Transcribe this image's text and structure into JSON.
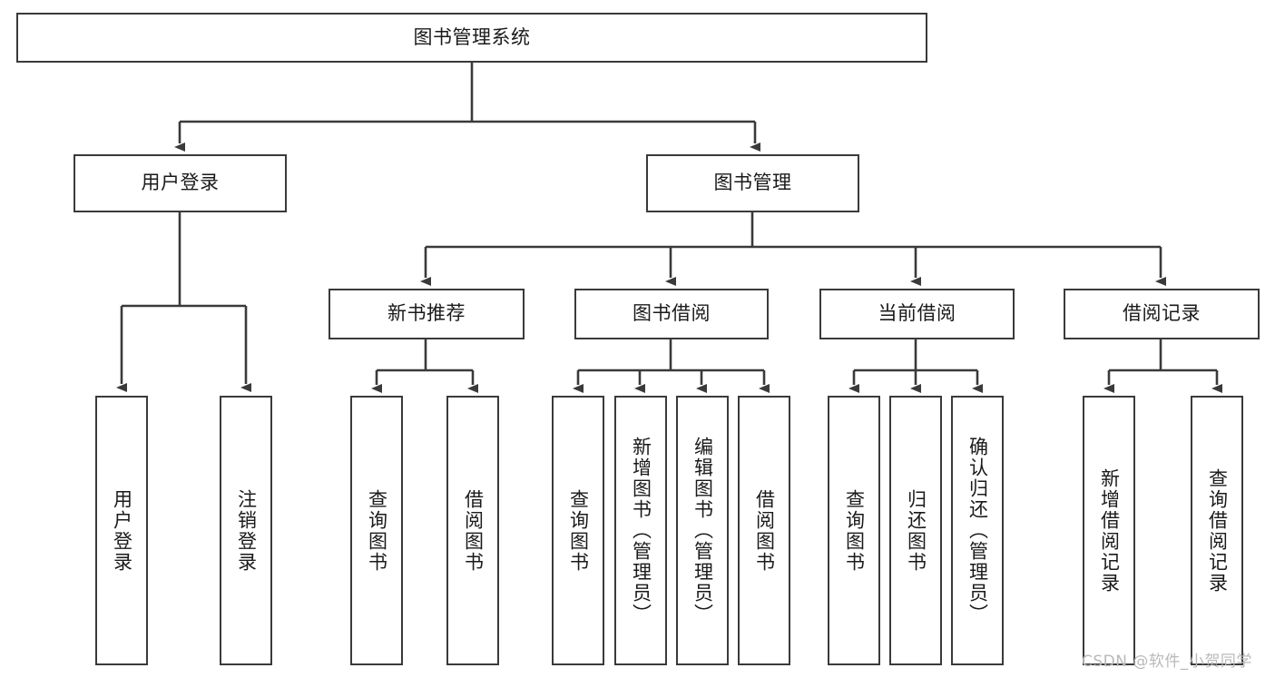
{
  "diagram": {
    "type": "hierarchy-tree",
    "title": "图书管理系统",
    "root": {
      "label": "图书管理系统"
    },
    "level2": [
      {
        "label": "用户登录"
      },
      {
        "label": "图书管理"
      }
    ],
    "level3": [
      {
        "label": "新书推荐"
      },
      {
        "label": "图书借阅"
      },
      {
        "label": "当前借阅"
      },
      {
        "label": "借阅记录"
      }
    ],
    "leaves": {
      "user_login": [
        {
          "label": "用户登录"
        },
        {
          "label": "注销登录"
        }
      ],
      "new_book_recommend": [
        {
          "label": "查询图书"
        },
        {
          "label": "借阅图书"
        }
      ],
      "book_borrow": [
        {
          "label": "查询图书"
        },
        {
          "label": "新增图书（管理员）"
        },
        {
          "label": "编辑图书（管理员）"
        },
        {
          "label": "借阅图书"
        }
      ],
      "current_borrow": [
        {
          "label": "查询图书"
        },
        {
          "label": "归还图书"
        },
        {
          "label": "确认归还（管理员）"
        }
      ],
      "borrow_record": [
        {
          "label": "新增借阅记录"
        },
        {
          "label": "查询借阅记录"
        }
      ]
    }
  },
  "watermark": {
    "text": "CSDN @软件_小贺同学"
  },
  "colors": {
    "stroke": "#3a3a3a",
    "box_fill": "#ffffff",
    "text": "#1a1a1a",
    "watermark": "#b9b9b9"
  }
}
